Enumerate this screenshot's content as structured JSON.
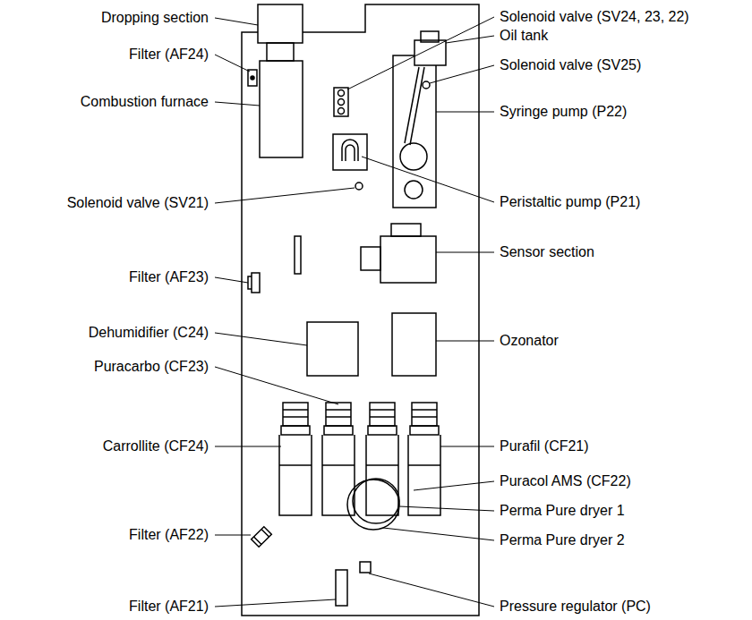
{
  "diagram": {
    "labels": [
      "Dropping section",
      "Filter (AF24)",
      "Combustion furnace",
      "Solenoid valve (SV21)",
      "Filter (AF23)",
      "Dehumidifier (C24)",
      "Puracarbo (CF23)",
      "Carrollite (CF24)",
      "Filter (AF22)",
      "Filter (AF21)",
      "Solenoid valve (SV24, 23, 22)",
      "Oil tank",
      "Solenoid valve (SV25)",
      "Syringe pump (P22)",
      "Peristaltic pump (P21)",
      "Sensor section",
      "Ozonator",
      "Purafil (CF21)",
      "Puracol AMS (CF22)",
      "Perma Pure dryer 1",
      "Perma Pure dryer 2",
      "Pressure regulator (PC)"
    ]
  }
}
